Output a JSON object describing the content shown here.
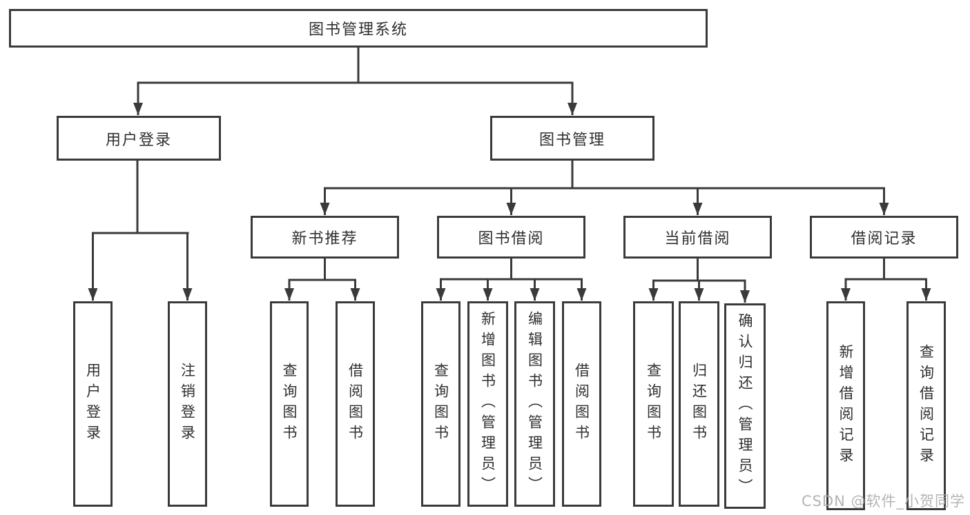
{
  "tree": {
    "root": {
      "label": "图书管理系统"
    },
    "branches": [
      {
        "label": "用户登录",
        "children": [
          {
            "label": "用户登录"
          },
          {
            "label": "注销登录"
          }
        ]
      },
      {
        "label": "图书管理",
        "children": [
          {
            "label": "新书推荐",
            "children": [
              {
                "label": "查询图书"
              },
              {
                "label": "借阅图书"
              }
            ]
          },
          {
            "label": "图书借阅",
            "children": [
              {
                "label": "查询图书"
              },
              {
                "label": "新增图书（管理员）"
              },
              {
                "label": "编辑图书（管理员）"
              },
              {
                "label": "借阅图书"
              }
            ]
          },
          {
            "label": "当前借阅",
            "children": [
              {
                "label": "查询图书"
              },
              {
                "label": "归还图书"
              },
              {
                "label": "确认归还（管理员）"
              }
            ]
          },
          {
            "label": "借阅记录",
            "children": [
              {
                "label": "新增借阅记录"
              },
              {
                "label": "查询借阅记录"
              }
            ]
          }
        ]
      }
    ]
  },
  "watermark": {
    "text": "CSDN @软件_小贺同学"
  },
  "colors": {
    "line": "#3a3a3a",
    "box_border": "#3a3a3a",
    "box_background": "#ffffff",
    "text": "#2f2f2f",
    "watermark": "#aeaeae"
  }
}
